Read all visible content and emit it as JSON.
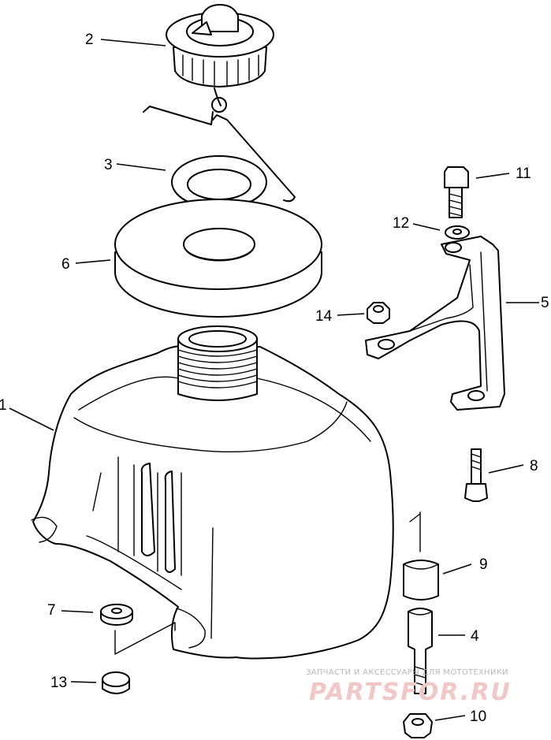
{
  "callouts": {
    "c1": "1",
    "c2": "2",
    "c3": "3",
    "c4": "4",
    "c5": "5",
    "c6": "6",
    "c7": "7",
    "c8": "8",
    "c9": "9",
    "c10": "10",
    "c11": "11",
    "c12": "12",
    "c13": "13",
    "c14": "14"
  },
  "watermark": {
    "tagline": "ЗАПЧАСТИ И АКСЕССУАРЫ ДЛЯ МОТОТЕХНИКИ",
    "brand": "PARTSFOR.RU",
    "color": "#e8a8a8"
  }
}
